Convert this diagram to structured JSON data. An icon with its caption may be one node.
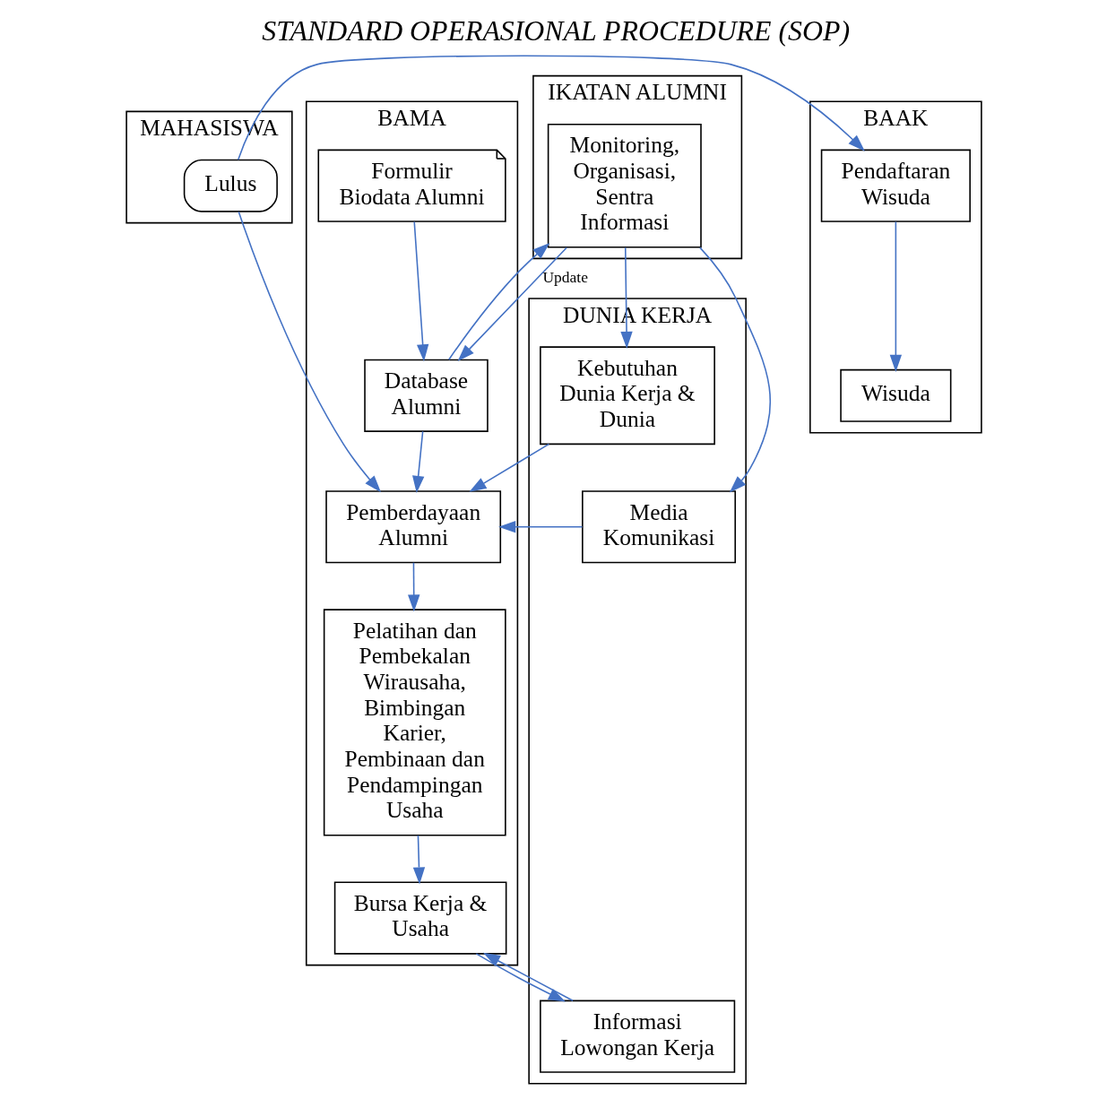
{
  "diagram": {
    "title": "STANDARD OPERASIONAL PROCEDURE (SOP)",
    "nodes": [
      {
        "text": [
          "MAHASISWA"
        ]
      },
      {
        "text": [
          "BAAK"
        ]
      },
      {
        "text": [
          "BAMA"
        ]
      },
      {
        "text": [
          "DUNIA KERJA"
        ]
      },
      {
        "text": [
          "IKATAN ALUMNI"
        ]
      },
      {
        "text": [
          "Lulus"
        ],
        "in": 0
      },
      {
        "text": [
          "Pendaftaran Wisuda"
        ],
        "in": 1
      },
      {
        "text": [
          "Wisuda"
        ],
        "in": 1
      },
      {
        "text": [
          "Formulir Biodata Alumni"
        ],
        "in": 2
      },
      {
        "text": [
          "Database Alumni"
        ],
        "in": 2
      },
      {
        "text": [
          "Pemberdayaan Alumni"
        ],
        "in": 2
      },
      {
        "text": [
          "Pelatihan dan Pembekalan Wirausaha, Bimbingan Karier, Pembinaan dan Pendampingan Usaha"
        ],
        "in": 2
      },
      {
        "text": [
          "Bursa Kerja & Usaha"
        ],
        "in": 2
      },
      {
        "text": [
          "Media Komunikasi"
        ],
        "in": 3
      },
      {
        "text": [
          "Kebutuhan Dunia Kerja & Dunia"
        ],
        "in": 3
      },
      {
        "text": [
          "Informasi Lowongan Kerja"
        ],
        "in": 3
      },
      {
        "text": [
          "Monitoring, Organisasi, Sentra Informasi"
        ],
        "in": 4
      }
    ],
    "edges": [
      {
        "from": 5,
        "to": 6,
        "arrow": "to"
      },
      {
        "from": 6,
        "to": 7,
        "arrow": "to"
      },
      {
        "from": 8,
        "to": 9,
        "arrow": "to"
      },
      {
        "from": 16,
        "to": 9,
        "arrow": "to",
        "label": "Update"
      },
      {
        "from": 9,
        "to": 16,
        "arrow": "to"
      },
      {
        "from": 9,
        "to": 10,
        "arrow": "to"
      },
      {
        "from": 16,
        "to": 13,
        "arrow": "to"
      },
      {
        "from": 16,
        "to": 14,
        "arrow": "to"
      },
      {
        "from": 13,
        "to": 10,
        "arrow": "to"
      },
      {
        "from": 14,
        "to": 10,
        "arrow": "to"
      },
      {
        "from": 5,
        "to": 10,
        "arrow": "to"
      },
      {
        "from": 10,
        "to": 11,
        "arrow": "to"
      },
      {
        "from": 11,
        "to": 12,
        "arrow": "to"
      },
      {
        "from": 15,
        "to": 12,
        "arrow": "to"
      },
      {
        "from": 12,
        "to": 15,
        "arrow": "to"
      }
    ]
  }
}
